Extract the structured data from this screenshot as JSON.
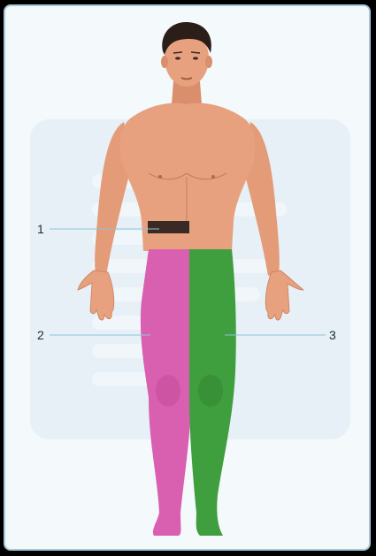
{
  "diagram": {
    "labels": [
      {
        "id": "1",
        "text": "1"
      },
      {
        "id": "2",
        "text": "2"
      },
      {
        "id": "3",
        "text": "3"
      }
    ],
    "colors": {
      "card_border": "#a9c7d6",
      "card_background": "#f4f9fc",
      "skin": "#e7a17e",
      "skin_shadow": "#c97f5e",
      "hair": "#2b1d17",
      "belt": "#3a2a26",
      "left_leg_region": "#d95fb0",
      "right_leg_region": "#3f9e3d",
      "leader_line": "#8fc3da"
    }
  }
}
